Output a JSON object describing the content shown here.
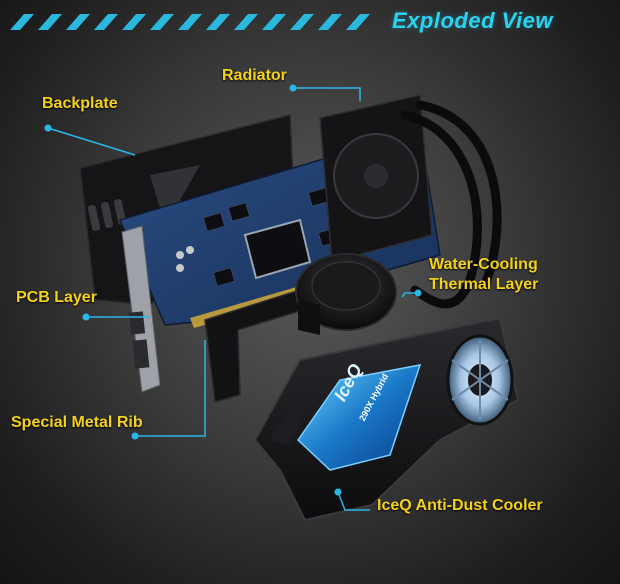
{
  "header": {
    "title": "Exploded View"
  },
  "labels": {
    "radiator": "Radiator",
    "backplate": "Backplate",
    "pcb_layer": "PCB Layer",
    "water_cooling_line1": "Water-Cooling",
    "water_cooling_line2": "Thermal Layer",
    "metal_rib": "Special Metal Rib",
    "cooler": "IceQ Anti-Dust Cooler"
  },
  "product": {
    "logo_text": "IceQ",
    "model_text": "290X Hybrid"
  },
  "colors": {
    "accent": "#2ad4f0",
    "label": "#f4d21a",
    "leader": "#29b8e8"
  }
}
